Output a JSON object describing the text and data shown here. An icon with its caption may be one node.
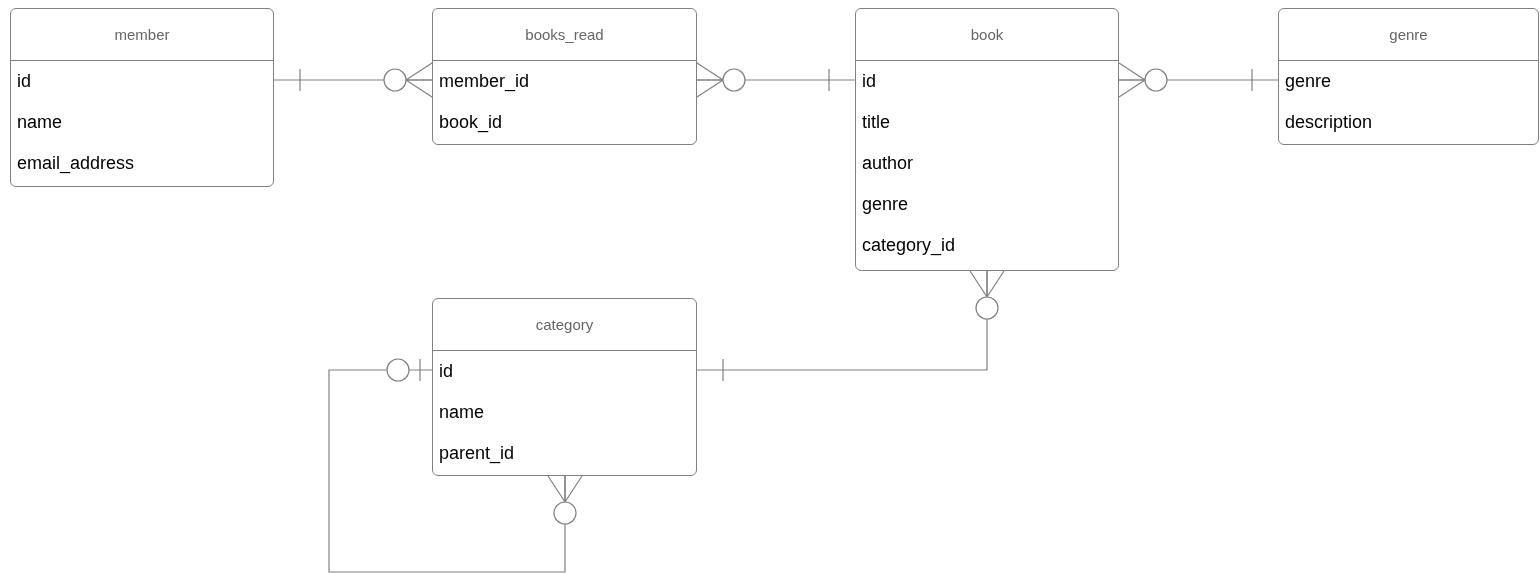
{
  "diagram": {
    "nodes": [
      {
        "text": [
          "member",
          "id",
          "name",
          "email_address"
        ]
      },
      {
        "text": [
          "books_read",
          "member_id",
          "book_id"
        ]
      },
      {
        "text": [
          "book",
          "id",
          "title",
          "author",
          "genre",
          "category_id"
        ]
      },
      {
        "text": [
          "genre",
          "genre",
          "description"
        ]
      },
      {
        "text": [
          "category",
          "id",
          "name",
          "parent_id"
        ]
      }
    ],
    "edges": [
      {
        "from": 0,
        "to": 1,
        "arrow": "other"
      },
      {
        "from": 1,
        "to": 2,
        "arrow": "other"
      },
      {
        "from": 2,
        "to": 3,
        "arrow": "other"
      },
      {
        "from": 2,
        "to": 4,
        "arrow": "other"
      },
      {
        "from": 4,
        "to": 4,
        "arrow": "other"
      }
    ]
  }
}
